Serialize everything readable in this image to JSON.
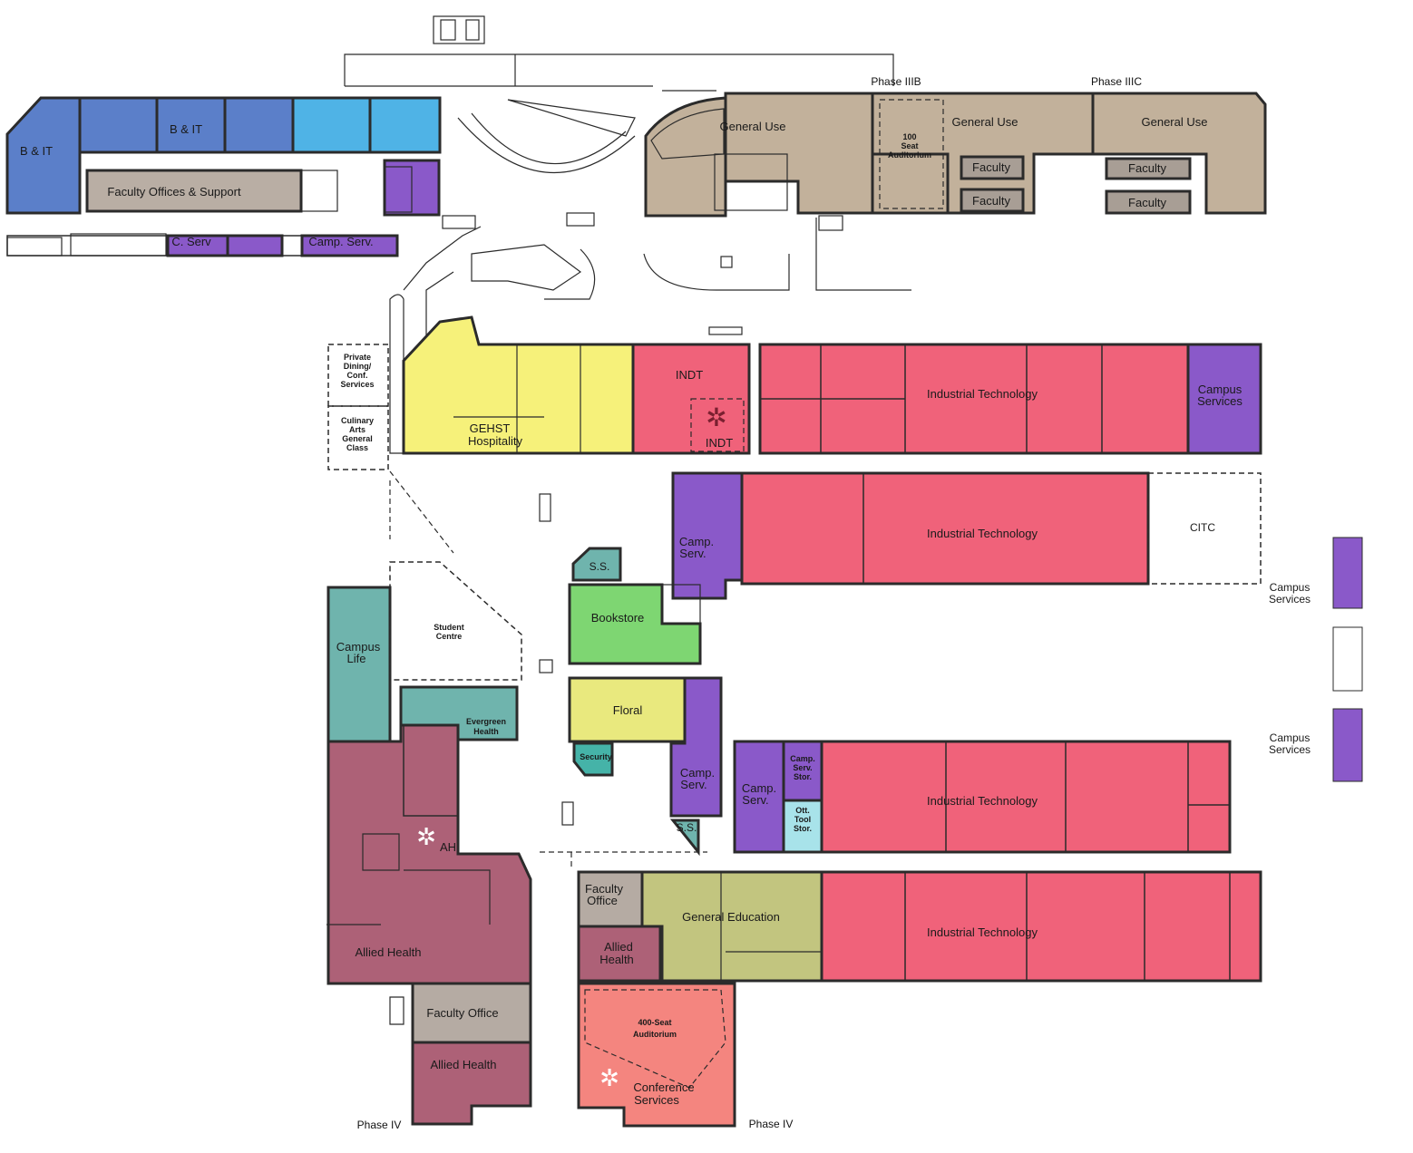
{
  "colors": {
    "b_it": "#5b7fc9",
    "b_it_light": "#4fb3e6",
    "faculty_support": "#b9aea4",
    "campus_services": "#8a59c9",
    "general_use": "#c2b19b",
    "hospitality": "#f6f17a",
    "industrial": "#f0627a",
    "student": "#6fb4ad",
    "bookstore": "#7ed672",
    "floral": "#e9e97e",
    "allied_health": "#ad6177",
    "general_education": "#c2c57f",
    "faculty_office": "#b5aba3",
    "auditorium": "#f4857f",
    "tool_storage": "#a8e3ea",
    "security": "#45b3a8"
  },
  "phases": {
    "phase_iiib": "Phase IIIB",
    "phase_iiic": "Phase IIIC",
    "phase_iv_left": "Phase IV",
    "phase_iv_right": "Phase IV"
  },
  "rooms": {
    "b_it_left": "B & IT",
    "b_it_top": "B & IT",
    "faculty_offices_support": "Faculty Offices & Support",
    "c_serv": "C. Serv",
    "camp_serv_top": "Camp. Serv.",
    "general_use_1": "General Use",
    "general_use_2": "General Use",
    "general_use_3": "General Use",
    "seat_auditorium_100": [
      "100",
      "Seat",
      "Auditorium"
    ],
    "faculty_1": "Faculty",
    "faculty_2": "Faculty",
    "faculty_3": "Faculty",
    "faculty_4": "Faculty",
    "private_dining": [
      "Private",
      "Dining/",
      "Conf.",
      "Services"
    ],
    "culinary_arts": [
      "Culinary",
      "Arts",
      "General",
      "Class"
    ],
    "gehst_hospitality": [
      "GEHST",
      "Hospitality"
    ],
    "indt_1": "INDT",
    "indt_2": "INDT",
    "industrial_technology_1": "Industrial Technology",
    "campus_services_top": [
      "Campus",
      "Services"
    ],
    "industrial_technology_2": "Industrial Technology",
    "citc": "CITC",
    "camp_serv_mid": [
      "Camp.",
      "Serv."
    ],
    "ss_1": "S.S.",
    "bookstore": "Bookstore",
    "campus_life": [
      "Campus",
      "Life"
    ],
    "student_centre": [
      "Student",
      "Centre"
    ],
    "evergreen_health": [
      "Evergreen",
      "Health"
    ],
    "floral": "Floral",
    "security": "Security",
    "camp_serv_low": [
      "Camp.",
      "Serv."
    ],
    "camp_serv_low2": [
      "Camp.",
      "Serv."
    ],
    "camp_serv_stor": [
      "Camp.",
      "Serv.",
      "Stor."
    ],
    "ott_tool_stor": [
      "Ott.",
      "Tool",
      "Stor."
    ],
    "industrial_technology_3": "Industrial Technology",
    "ss_2": "S.S.",
    "ah": "AH",
    "allied_health_main": "Allied Health",
    "faculty_office_right": [
      "Faculty",
      "Office"
    ],
    "general_education": "General Education",
    "allied_health_right": [
      "Allied",
      "Health"
    ],
    "industrial_technology_4": "Industrial Technology",
    "faculty_office_bottom": "Faculty Office",
    "allied_health_bottom": "Allied Health",
    "seat_auditorium_400": [
      "400-Seat",
      "Auditorium"
    ],
    "conference_services": [
      "Conference",
      "Services"
    ]
  },
  "legend": [
    {
      "label": [
        "Campus",
        "Services"
      ],
      "color": "#8a59c9"
    },
    {
      "label": [
        "",
        ""
      ],
      "color": "#ffffff"
    },
    {
      "label": [
        "Campus",
        "Services"
      ],
      "color": "#8a59c9"
    }
  ]
}
